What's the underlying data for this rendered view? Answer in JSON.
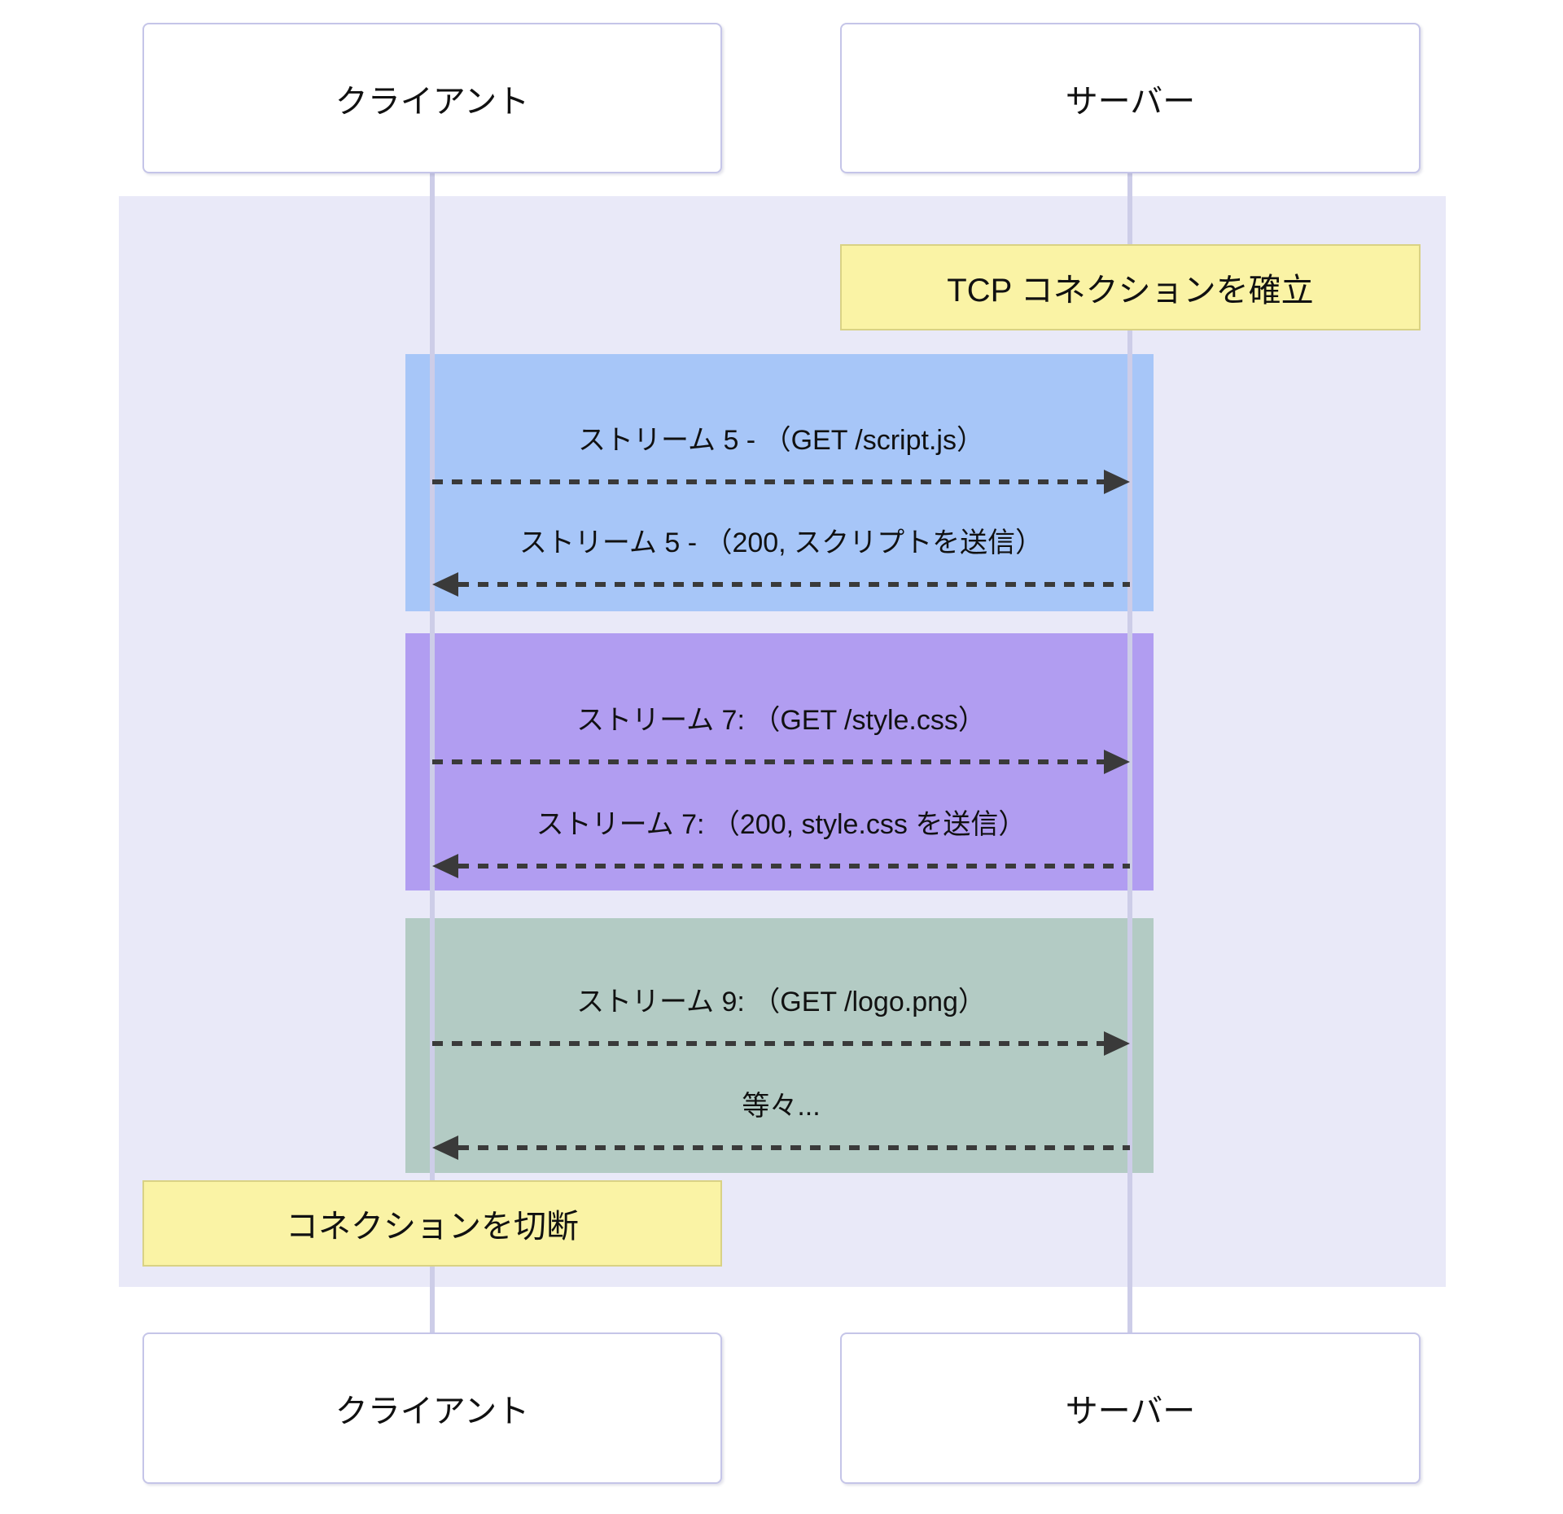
{
  "diagram": {
    "type": "sequence-diagram",
    "actors": {
      "client": {
        "label": "クライアント"
      },
      "server": {
        "label": "サーバー"
      }
    },
    "notes": {
      "establish": {
        "label": "TCP コネクションを確立",
        "over": "server"
      },
      "disconnect": {
        "label": "コネクションを切断",
        "over": "client"
      }
    },
    "groups": [
      {
        "id": "stream-5",
        "color": "#a7c6f8",
        "messages": [
          {
            "text": "ストリーム 5 - （GET /script.js）",
            "from": "client",
            "to": "server",
            "style": "dashed"
          },
          {
            "text": "ストリーム 5 - （200, スクリプトを送信）",
            "from": "server",
            "to": "client",
            "style": "dashed"
          }
        ]
      },
      {
        "id": "stream-7",
        "color": "#b19df1",
        "messages": [
          {
            "text": "ストリーム 7: （GET /style.css）",
            "from": "client",
            "to": "server",
            "style": "dashed"
          },
          {
            "text": "ストリーム 7: （200, style.css を送信）",
            "from": "server",
            "to": "client",
            "style": "dashed"
          }
        ]
      },
      {
        "id": "stream-9",
        "color": "#b3cbc4",
        "messages": [
          {
            "text": "ストリーム 9: （GET /logo.png）",
            "from": "client",
            "to": "server",
            "style": "dashed"
          },
          {
            "text": "等々...",
            "from": "server",
            "to": "client",
            "style": "dashed"
          }
        ]
      }
    ],
    "colors": {
      "background_band": "#e9e9f8",
      "lifeline": "#cdcde8",
      "actor_border": "#c5c5e8",
      "note_fill": "#faf3a5",
      "note_border": "#d9d285",
      "arrow": "#3a3a3a",
      "group_blue": "#a7c6f8",
      "group_purple": "#b19df1",
      "group_teal": "#b3cbc4"
    }
  }
}
